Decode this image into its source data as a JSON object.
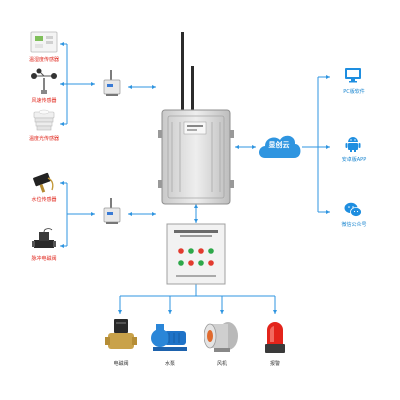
{
  "colors": {
    "line": "#2f95e0",
    "cloud": "#2f95e0",
    "label_red": "#e0251b",
    "label_blue": "#1a86d0",
    "icon_blue": "#1e8ee0"
  },
  "sensors": [
    {
      "label": "温湿度传感器",
      "icon": "temperature-humidity-sensor-icon"
    },
    {
      "label": "风速传感器",
      "icon": "anemometer-icon"
    },
    {
      "label": "温度光传感器",
      "icon": "light-temperature-sensor-icon"
    },
    {
      "label": "水位传感器",
      "icon": "water-level-sensor-icon"
    },
    {
      "label": "脉冲电磁阀",
      "icon": "pulse-solenoid-valve-icon"
    }
  ],
  "cloud": {
    "label": "显创云",
    "icon": "cloud-icon"
  },
  "platforms": [
    {
      "label": "PC版软件",
      "icon": "pc-monitor-icon"
    },
    {
      "label": "安卓版APP",
      "icon": "android-icon"
    },
    {
      "label": "微信公众号",
      "icon": "wechat-icon"
    }
  ],
  "actuators": [
    {
      "label": "电磁阀",
      "icon": "solenoid-valve-icon"
    },
    {
      "label": "水泵",
      "icon": "water-pump-icon"
    },
    {
      "label": "风机",
      "icon": "fan-icon"
    },
    {
      "label": "报警",
      "icon": "alarm-beacon-icon"
    }
  ],
  "devices": {
    "gateway": "gateway-enclosure-icon",
    "relay_top": "wireless-relay-icon",
    "relay_bottom": "wireless-relay-icon",
    "control_cabinet": "control-cabinet-icon"
  }
}
